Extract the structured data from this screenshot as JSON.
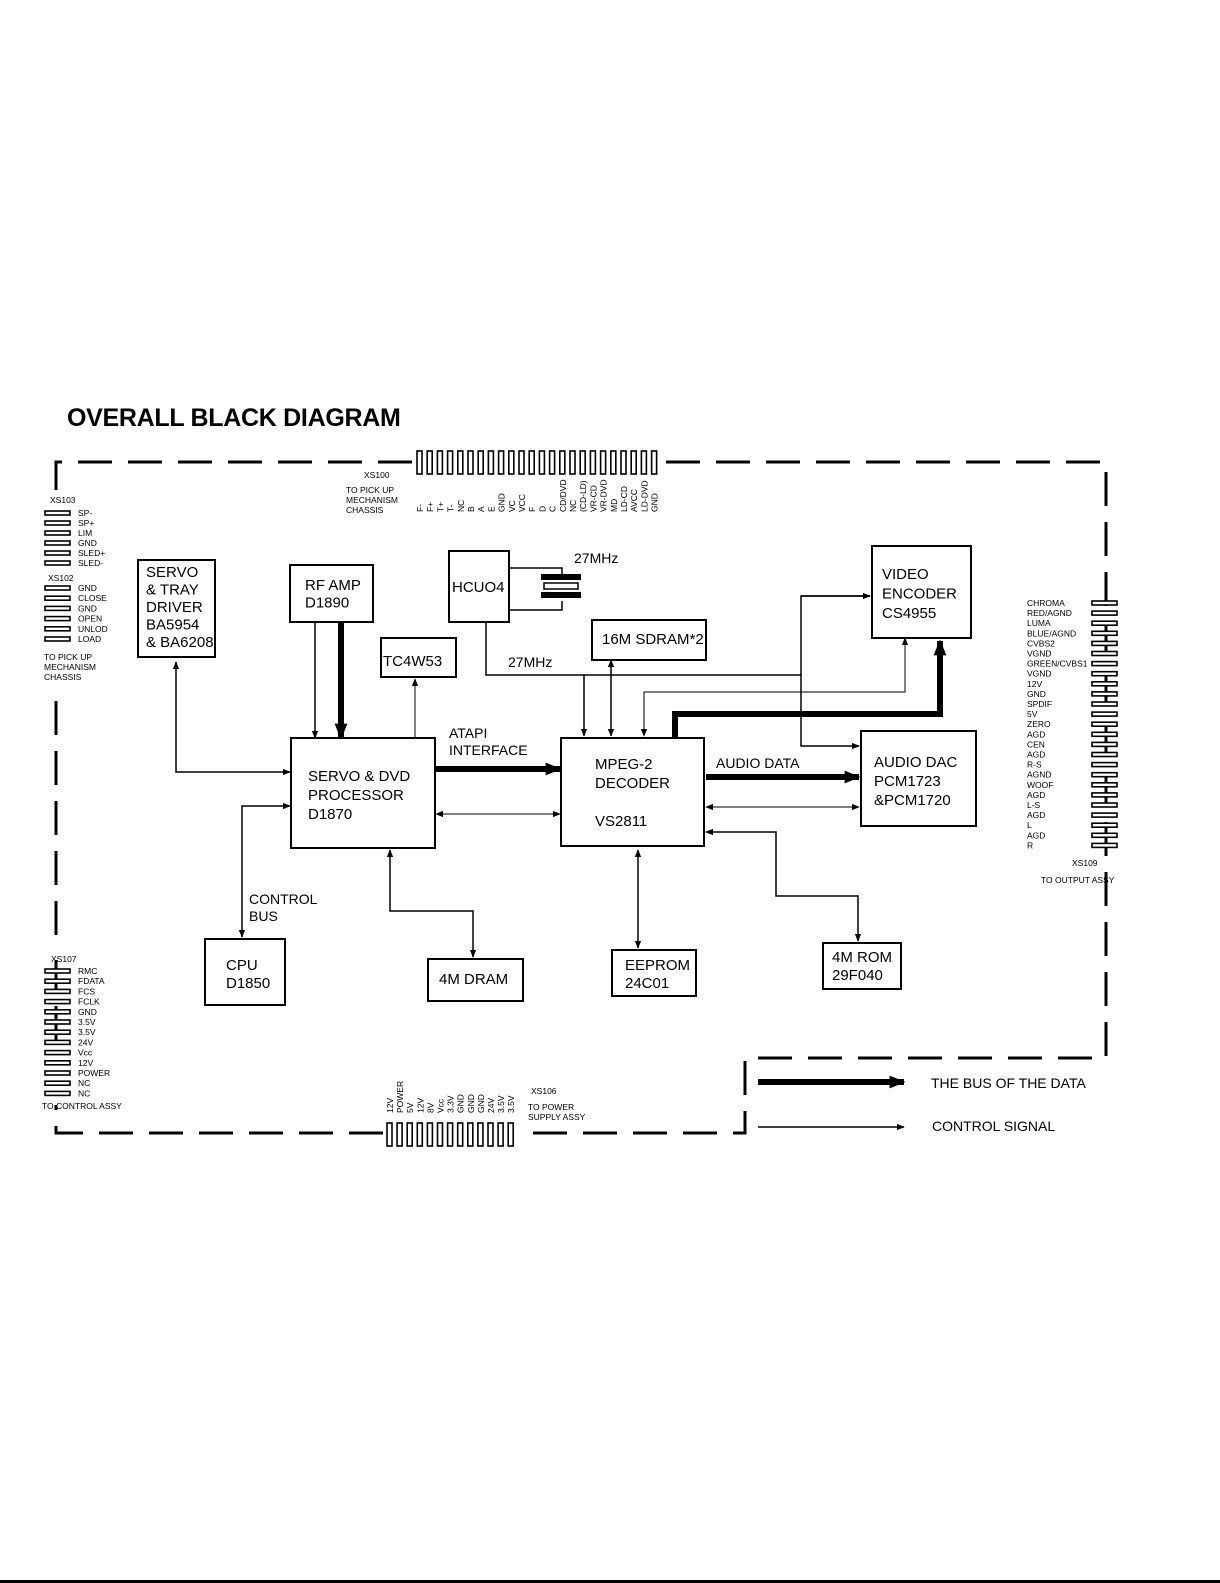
{
  "title": "OVERALL BLACK DIAGRAM",
  "blocks": {
    "servo_tray": [
      "SERVO",
      "& TRAY",
      "DRIVER",
      "BA5954",
      "& BA6208"
    ],
    "rf_amp": [
      "RF AMP",
      "D1890"
    ],
    "hcuo4": [
      "HCUO4"
    ],
    "tc4w53": [
      "TC4W53"
    ],
    "sdram": [
      "16M SDRAM*2"
    ],
    "video_encoder": [
      "VIDEO",
      "ENCODER",
      "CS4955"
    ],
    "servo_dvd": [
      "SERVO & DVD",
      "PROCESSOR",
      "D1870"
    ],
    "mpeg2": [
      "MPEG-2",
      "DECODER",
      "",
      "VS2811"
    ],
    "audio_dac": [
      "AUDIO DAC",
      "PCM1723",
      "&PCM1720"
    ],
    "cpu": [
      "CPU",
      "D1850"
    ],
    "dram": [
      "4M DRAM"
    ],
    "eeprom": [
      "EEPROM",
      "24C01"
    ],
    "rom": [
      "4M ROM",
      "29F040"
    ]
  },
  "labels": {
    "crystal_freq": "27MHz",
    "clock_line": "27MHz",
    "atapi": [
      "ATAPI",
      "INTERFACE"
    ],
    "audio_data": "AUDIO DATA",
    "control_bus": [
      "CONTROL",
      "BUS"
    ]
  },
  "connectors": {
    "xs100": {
      "name": "XS100",
      "dest": [
        "TO PICK UP",
        "MECHANISM",
        "CHASSIS"
      ],
      "pins": [
        "F-",
        "F+",
        "T+",
        "T-",
        "NC",
        "B",
        "A",
        "E",
        "GND",
        "VC",
        "VCC",
        "F",
        "D",
        "C",
        "CD/DVD",
        "NC",
        "(CD-LD)",
        "VR-CD",
        "VR-DVD",
        "MD",
        "LD-CD",
        "AVCC",
        "LD-DVD",
        "GND"
      ]
    },
    "xs103": {
      "name": "XS103",
      "pins": [
        "SP-",
        "SP+",
        "LIM",
        "GND",
        "SLED+",
        "SLED-"
      ]
    },
    "xs102": {
      "name": "XS102",
      "pins": [
        "GND",
        "CLOSE",
        "GND",
        "OPEN",
        "UNLOD",
        "LOAD"
      ],
      "dest": [
        "TO PICK UP",
        "MECHANISM",
        "CHASSIS"
      ]
    },
    "xs107": {
      "name": "XS107",
      "pins": [
        "RMC",
        "FDATA",
        "FCS",
        "FCLK",
        "GND",
        "3.5V",
        "3.5V",
        "24V",
        "Vcc",
        "12V",
        "POWER",
        "NC",
        "NC"
      ],
      "dest": "TO CONTROL ASSY"
    },
    "xs106": {
      "name": "XS106",
      "pins": [
        "12V",
        "POWER",
        "5V",
        "12V",
        "8V",
        "Vcc",
        "3.3V",
        "GND",
        "GND",
        "GND",
        "24V",
        "3.5V",
        "3.5V"
      ],
      "dest": [
        "TO POWER",
        "SUPPLY ASSY"
      ]
    },
    "xs109": {
      "name": "XS109",
      "pins": [
        "CHROMA",
        "RED/AGND",
        "LUMA",
        "BLUE/AGND",
        "CVBS2",
        "VGND",
        "GREEN/CVBS1",
        "VGND",
        "12V",
        "GND",
        "SPDIF",
        "5V",
        "ZERO",
        "AGD",
        "CEN",
        "AGD",
        "R-S",
        "AGND",
        "WOOF",
        "AGD",
        "L-S",
        "AGD",
        "L",
        "AGD",
        "R"
      ],
      "dest": "TO OUTPUT ASSY"
    }
  },
  "legend": {
    "data_bus": "THE BUS OF THE DATA",
    "control_signal": "CONTROL SIGNAL"
  }
}
